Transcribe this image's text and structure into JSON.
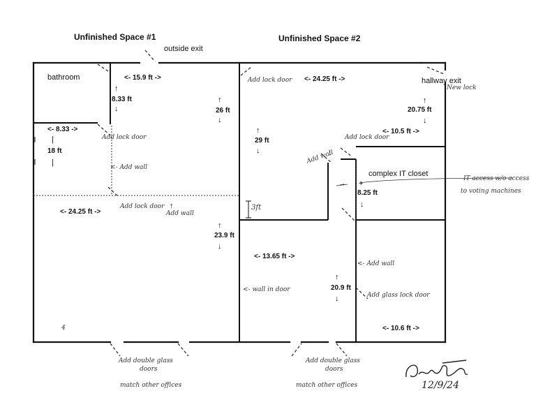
{
  "titles": {
    "space1": "Unfinished Space #1",
    "space2": "Unfinished Space #2"
  },
  "labels": {
    "outside_exit": "outside exit",
    "bathroom": "bathroom",
    "hallway_exit": "hallway exit",
    "it_closet": "complex IT closet"
  },
  "dimensions": {
    "d_15_9": "<- 15.9 ft ->",
    "d_8_33ft": "8.33 ft",
    "d_26": "26 ft",
    "d_8_33": "<- 8.33 ->",
    "d_18": "18 ft",
    "d_24_25_left": "<- 24.25 ft ->",
    "d_23_9": "23.9 ft",
    "d_24_25_top": "<- 24.25 ft ->",
    "d_29": "29 ft",
    "d_20_75": "20.75 ft",
    "d_10_5": "<- 10.5 ft ->",
    "d_8_25": "8.25 ft",
    "d_13_65": "<- 13.65 ft ->",
    "d_3ft": "3ft",
    "d_20_9": "20.9 ft",
    "d_10_6": "<- 10.6 ft ->"
  },
  "notes": {
    "add_lock_door_1": "Add lock door",
    "add_wall_1": "<- Add wall",
    "add_lock_door_2": "Add lock door",
    "add_wall_2": "Add wall",
    "add_lock_door_3": "Add lock door",
    "new_lock": "New lock",
    "add_lock_door_4": "Add lock door",
    "add_wall_3": "Add wall",
    "add_wall_4": "<- Add wall",
    "wall_in_door": "<- wall in door",
    "add_glass_lock_door": "Add glass lock door",
    "it_access": "IT access w/o access",
    "to_voting_machines": "to voting machines",
    "double_doors_1_a": "Add double glass",
    "double_doors_1_b": "doors",
    "double_doors_2_a": "Add double glass",
    "double_doors_2_b": "doors",
    "match_1": "match other offices",
    "match_2": "match other offices",
    "date": "12/9/24"
  },
  "marks": {
    "small_mark": "4"
  }
}
